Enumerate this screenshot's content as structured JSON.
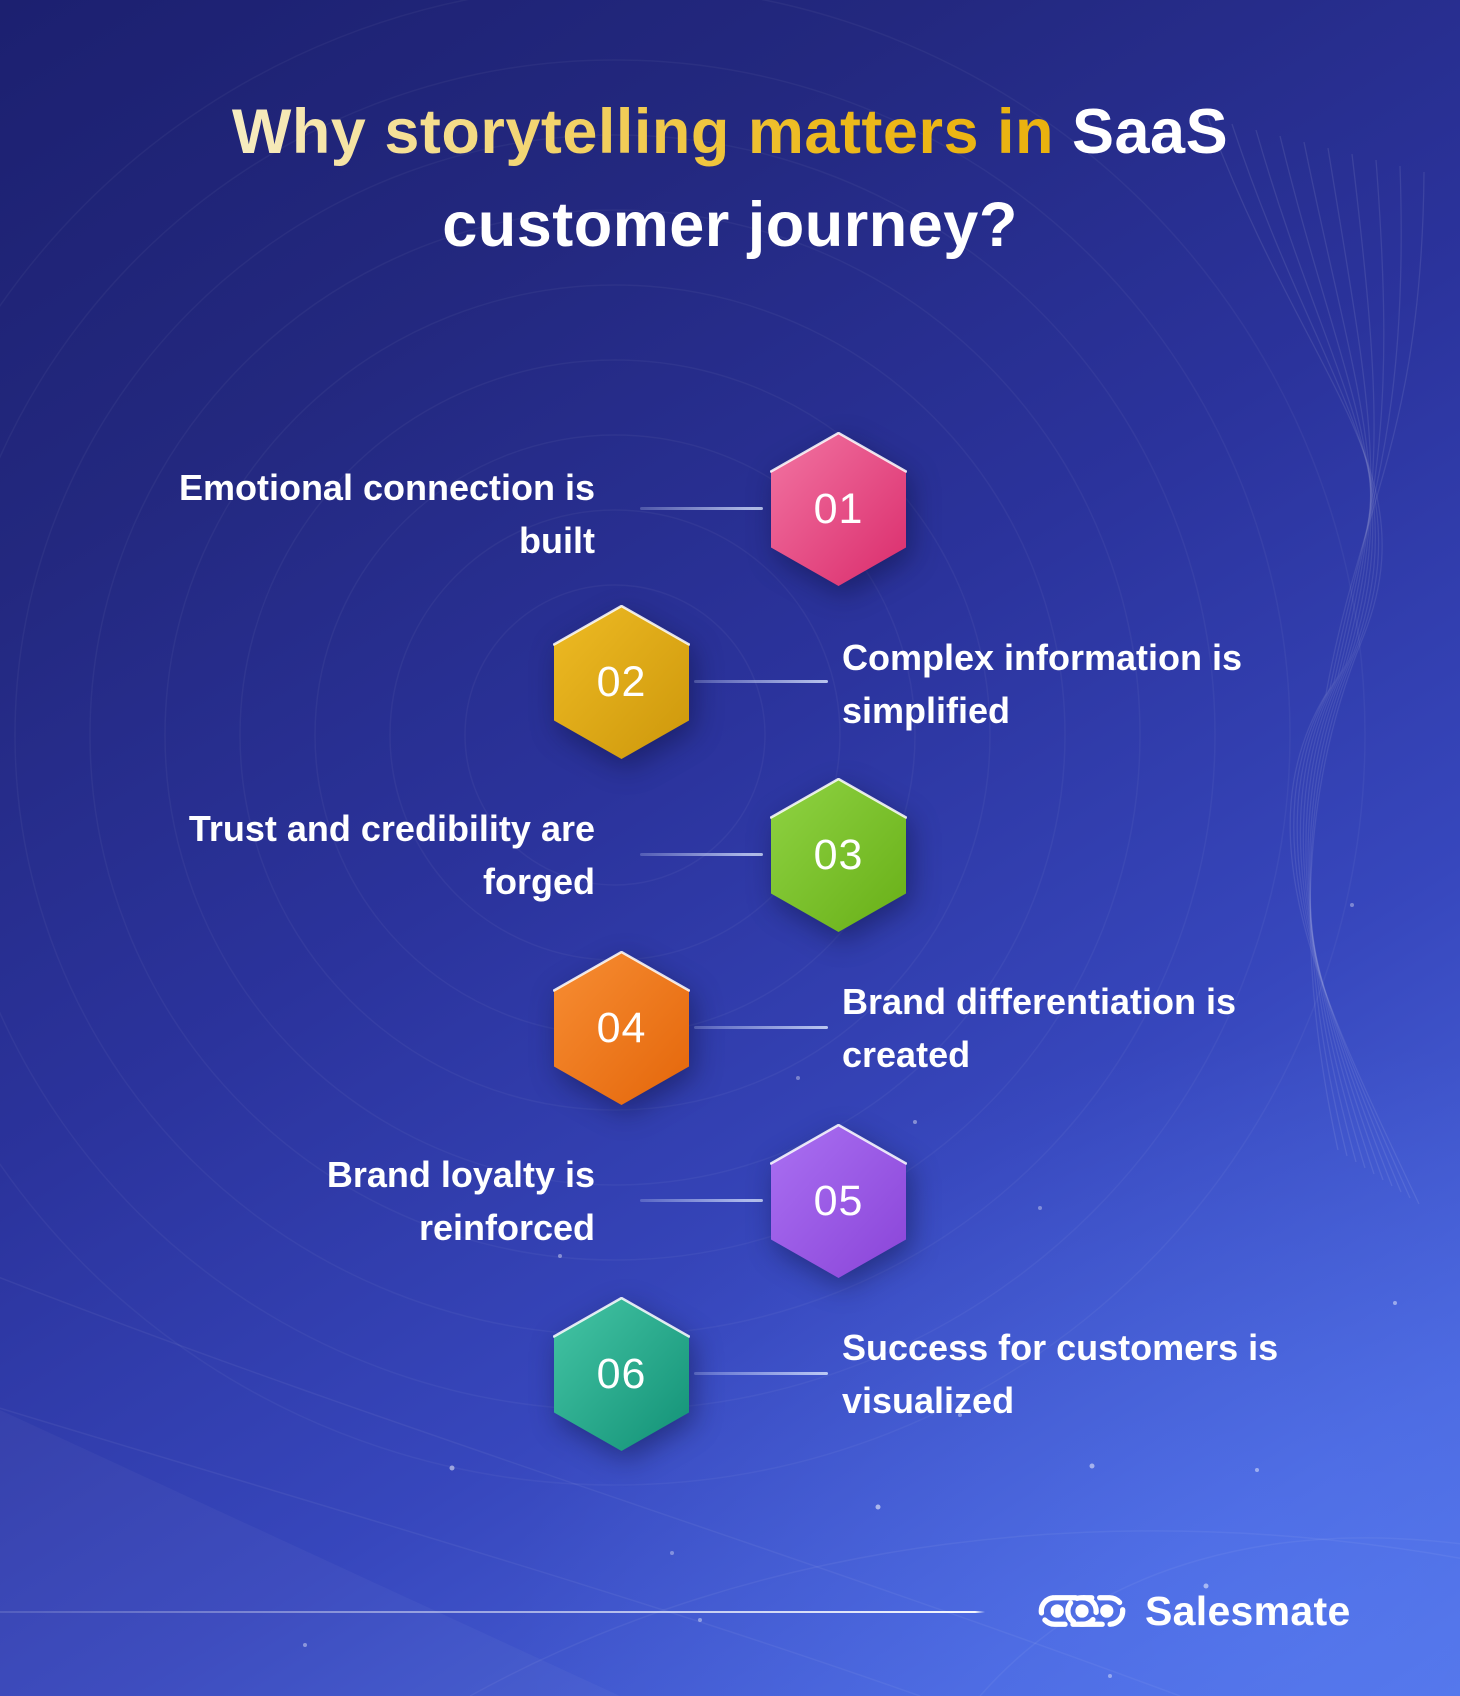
{
  "title": {
    "highlight": "Why storytelling matters in",
    "rest": " SaaS",
    "line2": "customer journey?"
  },
  "steps": [
    {
      "number": "01",
      "label": "Emotional connection is built",
      "lines": [
        "Emotional connection is",
        "built"
      ],
      "side": "left-text",
      "color_from": "#f274a2",
      "color_to": "#da2c6c"
    },
    {
      "number": "02",
      "label": "Complex information is simplified",
      "lines": [
        "Complex information is",
        "simplified"
      ],
      "side": "right-text",
      "color_from": "#eebb24",
      "color_to": "#cd970b"
    },
    {
      "number": "03",
      "label": "Trust and credibility are forged",
      "lines": [
        "Trust and credibility are",
        "forged"
      ],
      "side": "left-text",
      "color_from": "#8fd343",
      "color_to": "#68af17"
    },
    {
      "number": "04",
      "label": "Brand differentiation is created",
      "lines": [
        "Brand differentiation is",
        "created"
      ],
      "side": "right-text",
      "color_from": "#f78d33",
      "color_to": "#e4660a"
    },
    {
      "number": "05",
      "label": "Brand loyalty is reinforced",
      "lines": [
        "Brand loyalty is",
        "reinforced"
      ],
      "side": "left-text",
      "color_from": "#aa70f2",
      "color_to": "#8a44d8"
    },
    {
      "number": "06",
      "label": "Success for customers is visualized",
      "lines": [
        "Success for customers is",
        "visualized"
      ],
      "side": "right-text",
      "color_from": "#45c5a5",
      "color_to": "#129176"
    }
  ],
  "footer": {
    "brand": "Salesmate"
  },
  "theme": {
    "background_top": "#1c2070",
    "background_bottom": "#5273e6",
    "title_gold": "#eab10e",
    "title_cream": "#f7ecc2",
    "text_color": "#ffffff"
  }
}
